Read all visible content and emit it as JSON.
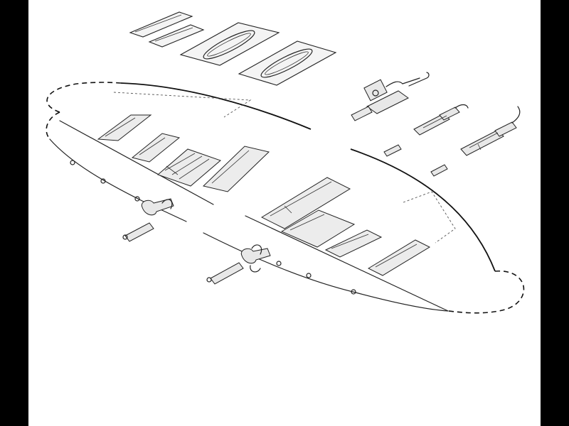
{
  "colors": {
    "frame": "#000000",
    "paper": "#ffffff",
    "line": "#222222"
  },
  "parts": [
    "small-access-plate",
    "small-access-plate",
    "large-access-panel",
    "large-access-panel",
    "cannon-breech",
    "cannon-barrel",
    "cannon-barrel",
    "shell-casing",
    "shell-casing",
    "cannon-muzzle",
    "cannon-muzzle",
    "wing-upper-surface"
  ]
}
